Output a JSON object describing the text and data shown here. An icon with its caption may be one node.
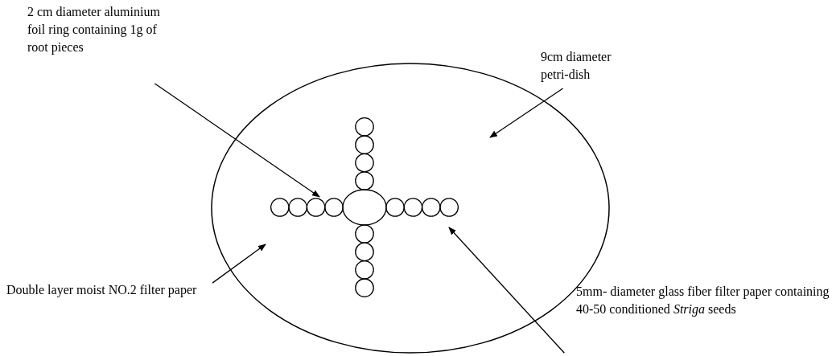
{
  "diagram": {
    "nodes": [
      {
        "text": [
          "2 cm diameter aluminium foil ring containing 1g of root pieces"
        ]
      },
      {
        "text": [
          "9cm diameter petri-dish"
        ]
      },
      {
        "text": [
          "Double layer moist NO.2 filter paper"
        ]
      },
      {
        "text": [
          "5mm- diameter glass fiber filter paper containing 40-50 conditioned *Striga* seeds"
        ]
      },
      {
        "text": [],
        "shape": "circle"
      }
    ],
    "edges": [
      {
        "from": 0,
        "to": 4,
        "arrow": "to"
      },
      {
        "from": 1,
        "to": 4,
        "arrow": "to"
      },
      {
        "from": 2,
        "to": 4,
        "arrow": "to"
      },
      {
        "from": 3,
        "to": 4,
        "arrow": "to"
      }
    ]
  }
}
